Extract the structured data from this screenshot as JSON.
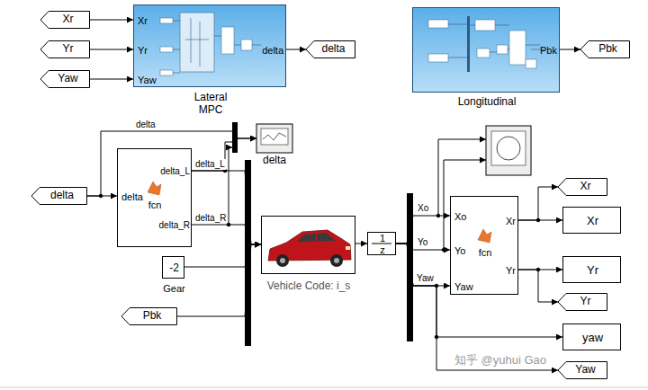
{
  "diagram": {
    "nodes": [
      {
        "text": [
          "Xr"
        ]
      },
      {
        "text": [
          "Yr"
        ]
      },
      {
        "text": [
          "Yaw"
        ]
      },
      {
        "text": [
          "Xr",
          "Yr",
          "Yaw",
          "delta",
          "Lateral MPC"
        ]
      },
      {
        "text": [
          "delta"
        ]
      },
      {
        "text": [
          "Pbk",
          "Longitudinal"
        ]
      },
      {
        "text": [
          "Pbk"
        ]
      },
      {
        "text": [
          "delta"
        ]
      },
      {
        "text": [
          "delta"
        ]
      },
      {
        "text": [
          "delta",
          "fcn",
          "delta_L",
          "delta_R"
        ]
      },
      {
        "text": [
          "-2",
          "Gear"
        ]
      },
      {
        "text": [
          "Pbk"
        ]
      },
      {
        "text": [
          "Vehicle Code: i_s"
        ]
      },
      {
        "text": [
          "1",
          "z"
        ]
      },
      {
        "text": [
          "Xo",
          "Yo",
          "Yaw",
          "fcn",
          "Xr",
          "Yr"
        ]
      },
      {
        "text": [
          "Xr"
        ]
      },
      {
        "text": [
          "Xr"
        ]
      },
      {
        "text": [
          "Yr"
        ]
      },
      {
        "text": [
          "Yr"
        ]
      },
      {
        "text": [
          "yaw"
        ]
      },
      {
        "text": [
          "Yaw"
        ]
      }
    ],
    "edges": [
      {
        "from": 0,
        "to": 3,
        "arrow": "to"
      },
      {
        "from": 1,
        "to": 3,
        "arrow": "to"
      },
      {
        "from": 2,
        "to": 3,
        "arrow": "to"
      },
      {
        "from": 3,
        "to": 4,
        "arrow": "to"
      },
      {
        "from": 5,
        "to": 6,
        "arrow": "to"
      },
      {
        "from": 8,
        "to": 9,
        "arrow": "to"
      },
      {
        "from": 8,
        "to": 7,
        "label": "delta",
        "arrow": "to"
      },
      {
        "from": 9,
        "to": 7,
        "arrow": "to"
      },
      {
        "from": 9,
        "to": 12,
        "label": "delta_L",
        "arrow": "to"
      },
      {
        "from": 9,
        "to": 12,
        "label": "delta_R",
        "arrow": "to"
      },
      {
        "from": 10,
        "to": 12,
        "arrow": "to"
      },
      {
        "from": 11,
        "to": 12,
        "arrow": "to"
      },
      {
        "from": 12,
        "to": 13,
        "arrow": "to"
      },
      {
        "from": 13,
        "to": 14,
        "label": "Xo",
        "arrow": "to"
      },
      {
        "from": 13,
        "to": 14,
        "label": "Yo",
        "arrow": "to"
      },
      {
        "from": 13,
        "to": 14,
        "label": "Yaw",
        "arrow": "to"
      },
      {
        "from": 13,
        "to": 19,
        "arrow": "to"
      },
      {
        "from": 13,
        "to": 20,
        "arrow": "to"
      },
      {
        "from": 14,
        "to": 15,
        "arrow": "to"
      },
      {
        "from": 14,
        "to": 16,
        "arrow": "to"
      },
      {
        "from": 14,
        "to": 17,
        "arrow": "to"
      },
      {
        "from": 14,
        "to": 18,
        "arrow": "to"
      }
    ],
    "labels": [
      "知乎 @yuhui Gao"
    ]
  }
}
